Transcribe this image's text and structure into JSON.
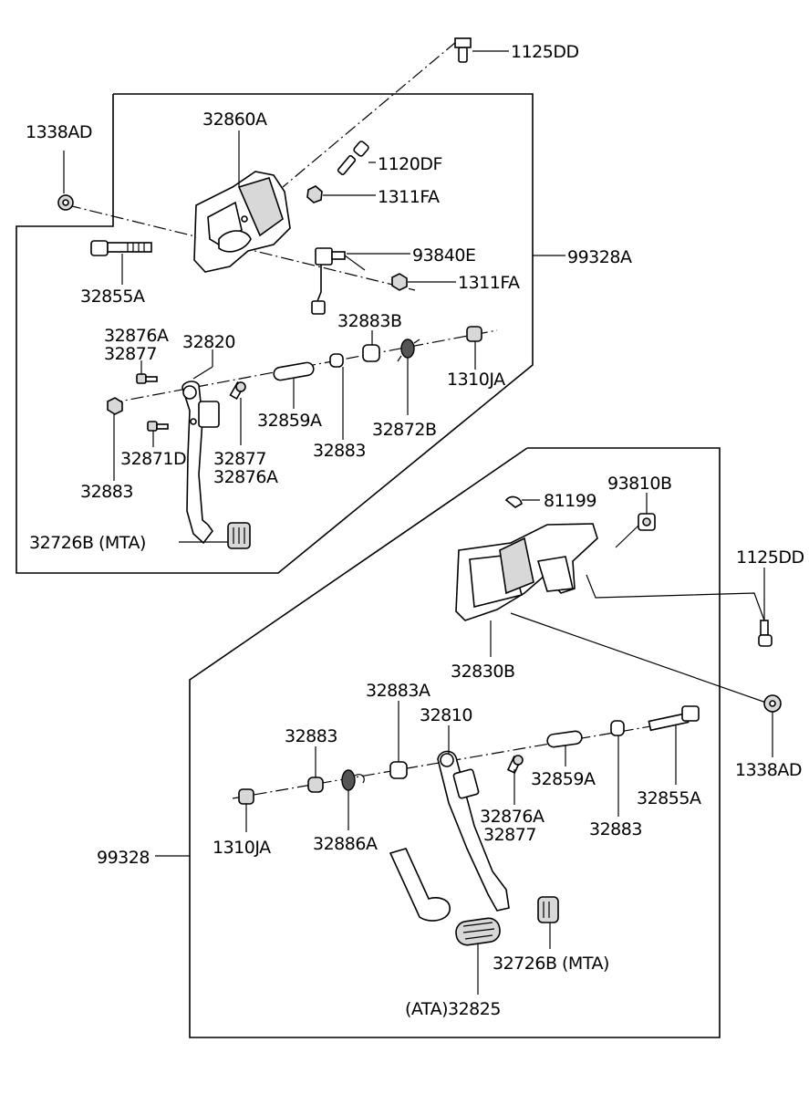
{
  "labels": {
    "l1125DD_top": "1125DD",
    "l32860A": "32860A",
    "l1338AD_top": "1338AD",
    "l1120DF": "1120DF",
    "l1311FA_a": "1311FA",
    "l93840E": "93840E",
    "l99328A": "99328A",
    "l1311FA_b": "1311FA",
    "l32855A_top": "32855A",
    "l32876A_a": "32876A",
    "l32877_a": "32877",
    "l32820": "32820",
    "l32883B": "32883B",
    "l1310JA_top": "1310JA",
    "l32859A_top": "32859A",
    "l32872B": "32872B",
    "l32883_mid": "32883",
    "l32871D": "32871D",
    "l32877_b": "32877",
    "l32876A_b": "32876A",
    "l32883_left": "32883",
    "l32726B_top": "32726B (MTA)",
    "l81199": "81199",
    "l93810B": "93810B",
    "l1125DD_right": "1125DD",
    "l32830B": "32830B",
    "l32883A": "32883A",
    "l32810": "32810",
    "l32883_low": "32883",
    "l32859A_low": "32859A",
    "l1338AD_right": "1338AD",
    "l32883_lowright": "32883",
    "l32855A_low": "32855A",
    "l32876A_c": "32876A",
    "l32877_c": "32877",
    "l1310JA_low": "1310JA",
    "l32886A": "32886A",
    "l99328": "99328",
    "l32726B_low": "32726B (MTA)",
    "l32825": "(ATA)32825"
  }
}
